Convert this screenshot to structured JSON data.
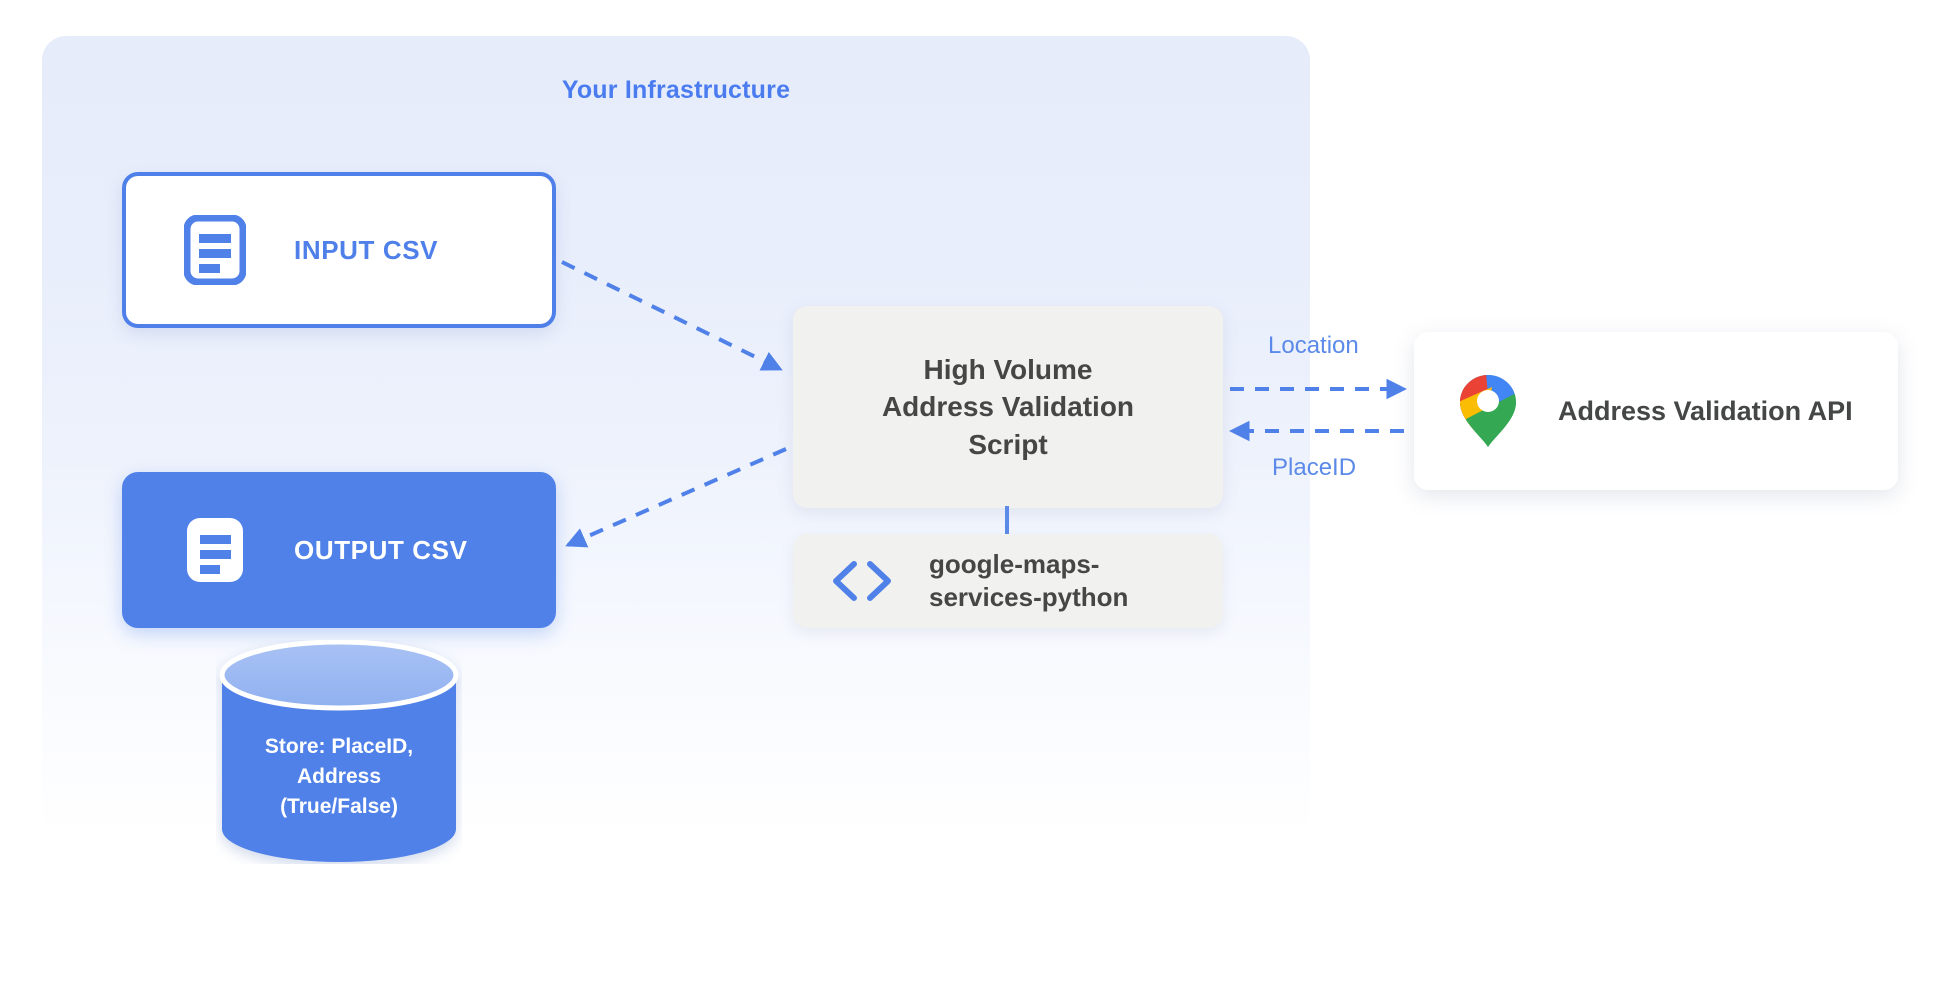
{
  "diagram": {
    "panel_title": "Your Infrastructure",
    "accent_blue": "#4f80ea",
    "label_blue": "#5b8ae8",
    "node_gray": "#f1f1ef",
    "text_gray": "#464646",
    "nodes": {
      "input_csv": {
        "label": "INPUT CSV",
        "icon": "document-icon"
      },
      "output_csv": {
        "label": "OUTPUT CSV",
        "icon": "document-icon"
      },
      "script": {
        "label": "High Volume\nAddress Validation\nScript"
      },
      "library": {
        "label": "google-maps-\nservices-python",
        "icon": "code-icon"
      },
      "api": {
        "label": "Address Validation API",
        "icon": "google-maps-pin-icon"
      },
      "database": {
        "label": "Store: PlaceID,\nAddress\n(True/False)",
        "icon": "database-cylinder-icon"
      }
    },
    "edges": [
      {
        "from": "input_csv",
        "to": "script",
        "label": "",
        "style": "dashed"
      },
      {
        "from": "script",
        "to": "output_csv",
        "label": "",
        "style": "dashed"
      },
      {
        "from": "script",
        "to": "api",
        "label": "Location",
        "style": "dashed"
      },
      {
        "from": "api",
        "to": "script",
        "label": "PlaceID",
        "style": "dashed"
      },
      {
        "from": "script",
        "to": "library",
        "label": "",
        "style": "solid"
      }
    ],
    "edge_labels": {
      "location": "Location",
      "placeid": "PlaceID"
    }
  }
}
